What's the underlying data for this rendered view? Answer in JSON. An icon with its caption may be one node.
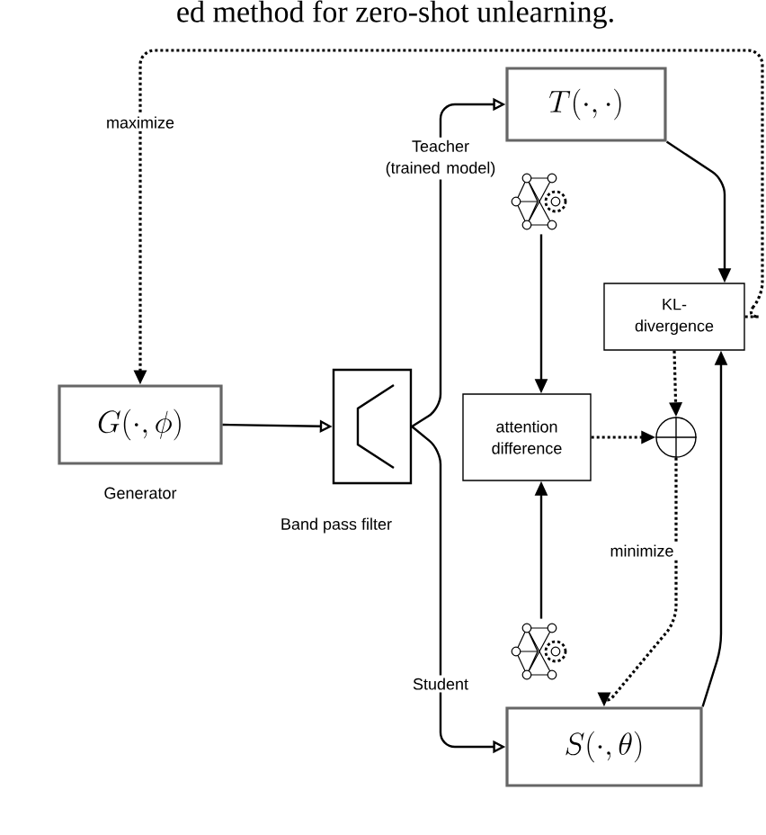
{
  "diagram": {
    "nodes": [
      {
        "text": [
          "G(\\cdot, \\phi)"
        ],
        "beside": [
          "Generator"
        ]
      },
      {
        "text": [],
        "shape": "box",
        "beside": [
          "Band pass filter"
        ]
      },
      {
        "text": [
          "T(\\cdot, \\cdot)"
        ]
      },
      {
        "text": [
          "S(\\cdot, \\theta)"
        ]
      },
      {
        "text": [],
        "shape": "picture"
      },
      {
        "text": [
          "attention difference"
        ]
      },
      {
        "text": [],
        "shape": "picture"
      },
      {
        "text": [
          "KL-divergence"
        ]
      },
      {
        "text": [],
        "shape": "circle"
      }
    ],
    "edges": [
      {
        "from": 0,
        "to": 1,
        "arrow": "to"
      },
      {
        "from": 1,
        "to": 2,
        "arrow": "to",
        "label": "Teacher (trained model)"
      },
      {
        "from": 1,
        "to": 3,
        "arrow": "to",
        "label": "Student"
      },
      {
        "from": 2,
        "to": 7,
        "arrow": "to"
      },
      {
        "from": 3,
        "to": 7,
        "arrow": "to"
      },
      {
        "from": 4,
        "to": 5,
        "arrow": "to"
      },
      {
        "from": 6,
        "to": 5,
        "arrow": "to"
      },
      {
        "from": 5,
        "to": 8,
        "arrow": "to",
        "style": "dashed"
      },
      {
        "from": 7,
        "to": 8,
        "arrow": "to",
        "style": "dashed"
      },
      {
        "from": 8,
        "to": 3,
        "arrow": "to",
        "style": "dashed",
        "label": "minimize"
      },
      {
        "from": 7,
        "to": 0,
        "arrow": "to",
        "style": "dashed",
        "label": "maximize"
      }
    ],
    "labels": [
      "ed method for zero-shot unlearning."
    ]
  }
}
